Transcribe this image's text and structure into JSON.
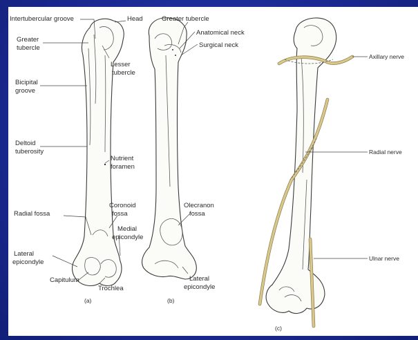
{
  "labels": {
    "intertubercular_groove": "Intertubercular groove",
    "head": "Head",
    "greater_tubercle_b": "Greater tubercle",
    "greater_tubercle_a_1": "Greater",
    "greater_tubercle_a_2": "tubercle",
    "lesser_tubercle_1": "Lesser",
    "lesser_tubercle_2": "tubercle",
    "anatomical_neck": "Anatomical neck",
    "surgical_neck": "Surgical neck",
    "bicipital_groove_1": "Bicipital",
    "bicipital_groove_2": "groove",
    "deltoid_tuberosity_1": "Deltoid",
    "deltoid_tuberosity_2": "tuberosity",
    "nutrient_foramen_1": "Nutrient",
    "nutrient_foramen_2": "foramen",
    "radial_fossa": "Radial fossa",
    "coronoid_fossa_1": "Coronoid",
    "coronoid_fossa_2": "fossa",
    "medial_epicondyle_1": "Medial",
    "medial_epicondyle_2": "epicondyle",
    "olecranon_fossa_1": "Olecranon",
    "olecranon_fossa_2": "fossa",
    "lateral_epicondyle_a_1": "Lateral",
    "lateral_epicondyle_a_2": "epicondyle",
    "capitulum": "Capitulum",
    "trochlea": "Trochlea",
    "lateral_epicondyle_b_1": "Lateral",
    "lateral_epicondyle_b_2": "epicondyle",
    "axillary_nerve": "Axillary nerve",
    "radial_nerve": "Radial nerve",
    "ulnar_nerve": "Ulnar nerve"
  },
  "panels": {
    "a": "(a)",
    "b": "(b)",
    "c": "(c)"
  },
  "colors": {
    "slide_background": "#1b2b94",
    "figure_background": "#ffffff",
    "nerve": "#d8c890"
  }
}
